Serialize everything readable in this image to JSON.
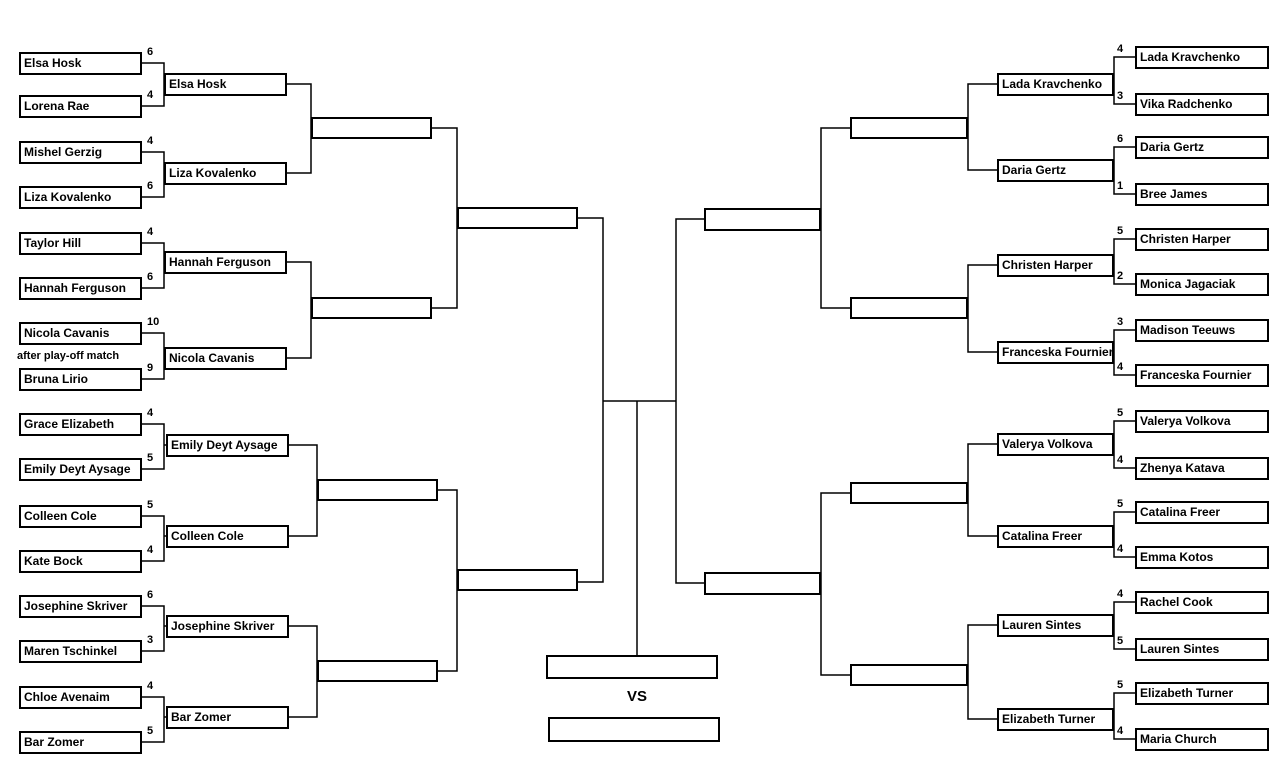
{
  "colors": {
    "line": "#000000",
    "box_border": "#000000",
    "text": "#000000",
    "background": "#ffffff"
  },
  "left": {
    "round1": [
      {
        "name": "Elsa Hosk",
        "score": "6"
      },
      {
        "name": "Lorena Rae",
        "score": "4"
      },
      {
        "name": "Mishel Gerzig",
        "score": "4"
      },
      {
        "name": "Liza Kovalenko",
        "score": "6"
      },
      {
        "name": "Taylor Hill",
        "score": "4"
      },
      {
        "name": "Hannah Ferguson",
        "score": "6"
      },
      {
        "name": "Nicola Cavanis",
        "score": "10"
      },
      {
        "name": "Bruna Lirio",
        "score": "9"
      },
      {
        "name": "Grace Elizabeth",
        "score": "4"
      },
      {
        "name": "Emily Deyt Aysage",
        "score": "5"
      },
      {
        "name": "Colleen Cole",
        "score": "5"
      },
      {
        "name": "Kate Bock",
        "score": "4"
      },
      {
        "name": "Josephine Skriver",
        "score": "6"
      },
      {
        "name": "Maren Tschinkel",
        "score": "3"
      },
      {
        "name": "Chloe Avenaim",
        "score": "4"
      },
      {
        "name": "Bar Zomer",
        "score": "5"
      }
    ],
    "round2": [
      "Elsa Hosk",
      "Liza Kovalenko",
      "Hannah Ferguson",
      "Nicola Cavanis",
      "Emily Deyt Aysage",
      "Colleen Cole",
      "Josephine Skriver",
      "Bar Zomer"
    ],
    "round3": [
      "",
      "",
      "",
      ""
    ],
    "round4": [
      "",
      ""
    ]
  },
  "right": {
    "round1": [
      {
        "name": "Lada Kravchenko",
        "score": "4"
      },
      {
        "name": "Vika Radchenko",
        "score": "3"
      },
      {
        "name": "Daria Gertz",
        "score": "6"
      },
      {
        "name": "Bree James",
        "score": "1"
      },
      {
        "name": "Christen Harper",
        "score": "5"
      },
      {
        "name": "Monica  Jagaciak",
        "score": "2"
      },
      {
        "name": "Madison Teeuws",
        "score": "3"
      },
      {
        "name": "Franceska Fournier",
        "score": "4"
      },
      {
        "name": "Valerya Volkova",
        "score": "5"
      },
      {
        "name": "Zhenya Katava",
        "score": "4"
      },
      {
        "name": "Catalina Freer",
        "score": "5"
      },
      {
        "name": "Emma Kotos",
        "score": "4"
      },
      {
        "name": "Rachel Cook",
        "score": "4"
      },
      {
        "name": "Lauren Sintes",
        "score": "5"
      },
      {
        "name": "Elizabeth Turner",
        "score": "5"
      },
      {
        "name": "Maria Church",
        "score": "4"
      }
    ],
    "round2": [
      "Lada Kravchenko",
      "Daria Gertz",
      "Christen Harper",
      "Franceska Fournier",
      "Valerya Volkova",
      "Catalina Freer",
      "Lauren Sintes",
      "Elizabeth Turner"
    ],
    "round3": [
      "",
      "",
      "",
      ""
    ],
    "round4": [
      "",
      ""
    ]
  },
  "final": {
    "top": "",
    "bottom": "",
    "vs_label": "VS"
  },
  "notes": {
    "playoff": "after play-off match"
  }
}
